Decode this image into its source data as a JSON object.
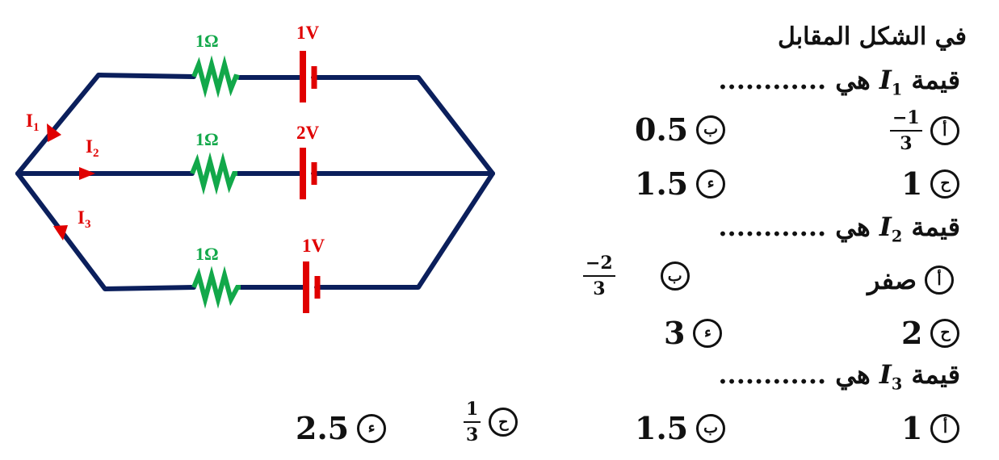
{
  "colors": {
    "wire": "#0b1f5c",
    "resistor": "#12a84a",
    "battery": "#e00000",
    "text": "#111111"
  },
  "circuit": {
    "branches": [
      {
        "resistor_label": "1Ω",
        "battery_label": "1V",
        "current_label_main": "I",
        "current_label_sub": "1"
      },
      {
        "resistor_label": "1Ω",
        "battery_label": "2V",
        "current_label_main": "I",
        "current_label_sub": "2"
      },
      {
        "resistor_label": "1Ω",
        "battery_label": "1V",
        "current_label_main": "I",
        "current_label_sub": "3"
      }
    ]
  },
  "question": {
    "heading": "في الشكل المقابل",
    "q1": {
      "prefix": "قيمة",
      "var": "I",
      "sub": "1",
      "suffix": "هي",
      "dots": "............",
      "opts": {
        "a_letter": "أ",
        "a_num": "−1",
        "a_den": "3",
        "b_letter": "ب",
        "b_val": "0.5",
        "c_letter": "ح",
        "c_val": "1",
        "d_letter": "ء",
        "d_val": "1.5"
      }
    },
    "q2": {
      "prefix": "قيمة",
      "var": "I",
      "sub": "2",
      "suffix": "هي",
      "dots": "............",
      "opts": {
        "a_letter": "أ",
        "a_val": "صفر",
        "b_letter": "ب",
        "b_num": "−2",
        "b_den": "3",
        "c_letter": "ح",
        "c_val": "2",
        "d_letter": "ء",
        "d_val": "3"
      }
    },
    "q3": {
      "prefix": "قيمة",
      "var": "I",
      "sub": "3",
      "suffix": "هي",
      "dots": "............",
      "opts": {
        "a_letter": "أ",
        "a_val": "1",
        "b_letter": "ب",
        "b_val": "1.5",
        "c_letter": "ح",
        "c_num": "1",
        "c_den": "3",
        "d_letter": "ء",
        "d_val": "2.5"
      }
    }
  }
}
